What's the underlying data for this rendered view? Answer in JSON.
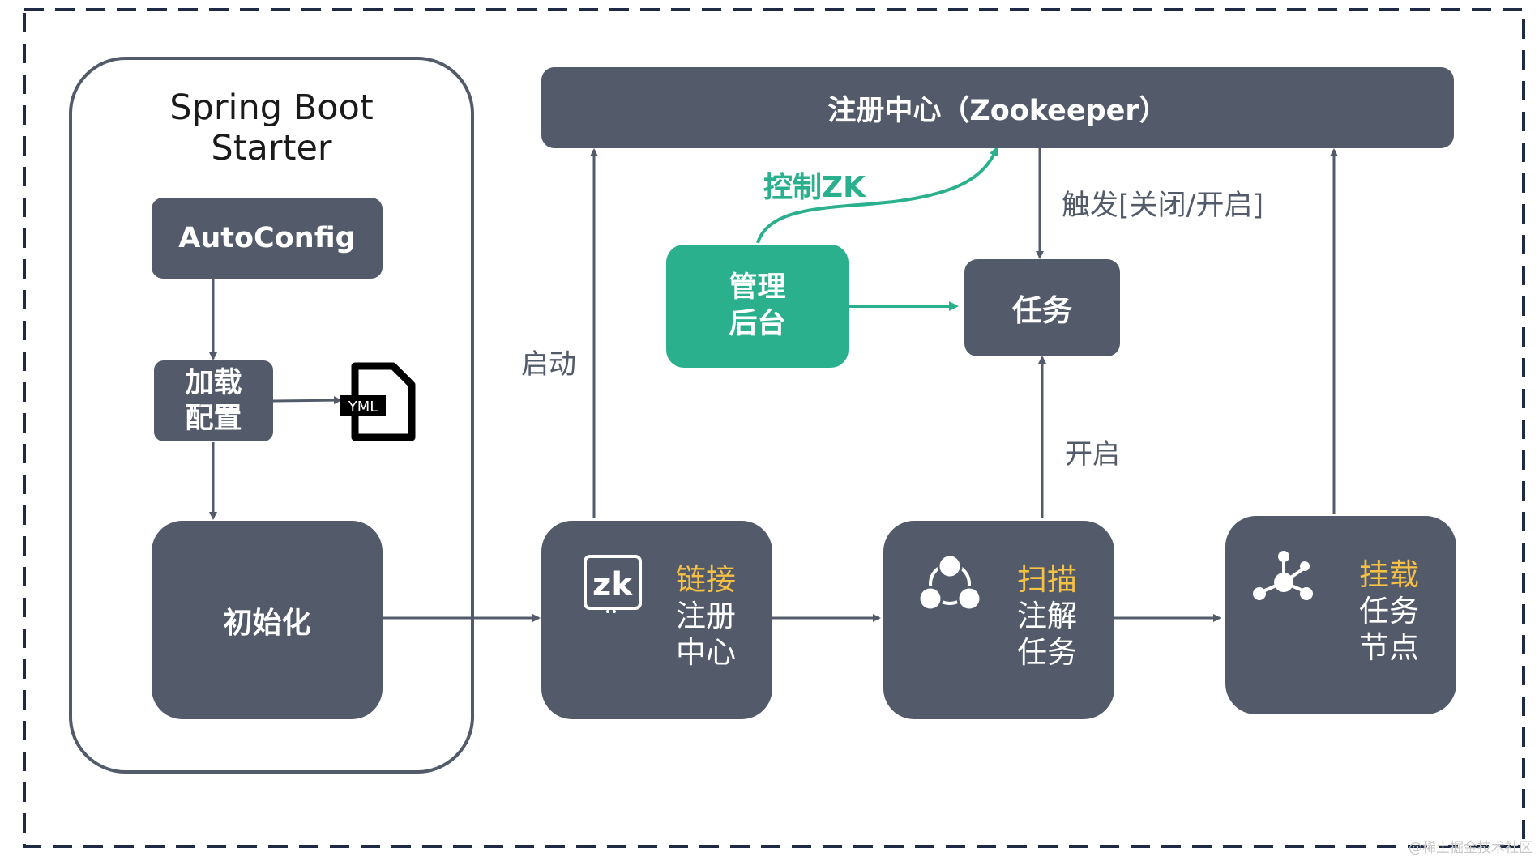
{
  "starter": {
    "title": "Spring Boot\nStarter",
    "autoconfig": "AutoConfig",
    "load_config": "加载\n配置",
    "yml_icon": "YML",
    "init": "初始化"
  },
  "registry": {
    "label": "注册中心（Zookeeper）"
  },
  "admin": {
    "label": "管理\n后台",
    "arrow_label": "控制ZK"
  },
  "task": {
    "label": "任务"
  },
  "edge_labels": {
    "start": "启动",
    "trigger": "触发[关闭/开启]",
    "open": "开启"
  },
  "steps": [
    {
      "icon": "zk",
      "highlight": "链接",
      "rest": "注册\n中心"
    },
    {
      "icon": "network-triangle-icon",
      "highlight": "扫描",
      "rest": "注解\n任务"
    },
    {
      "icon": "node-graph-icon",
      "highlight": "挂载",
      "rest": "任务\n节点"
    }
  ],
  "colors": {
    "node": "#535b6a",
    "admin": "#2ab08d",
    "highlight": "#f6c145",
    "border": "#1f2a44"
  },
  "watermark": "@稀土掘金技术社区"
}
